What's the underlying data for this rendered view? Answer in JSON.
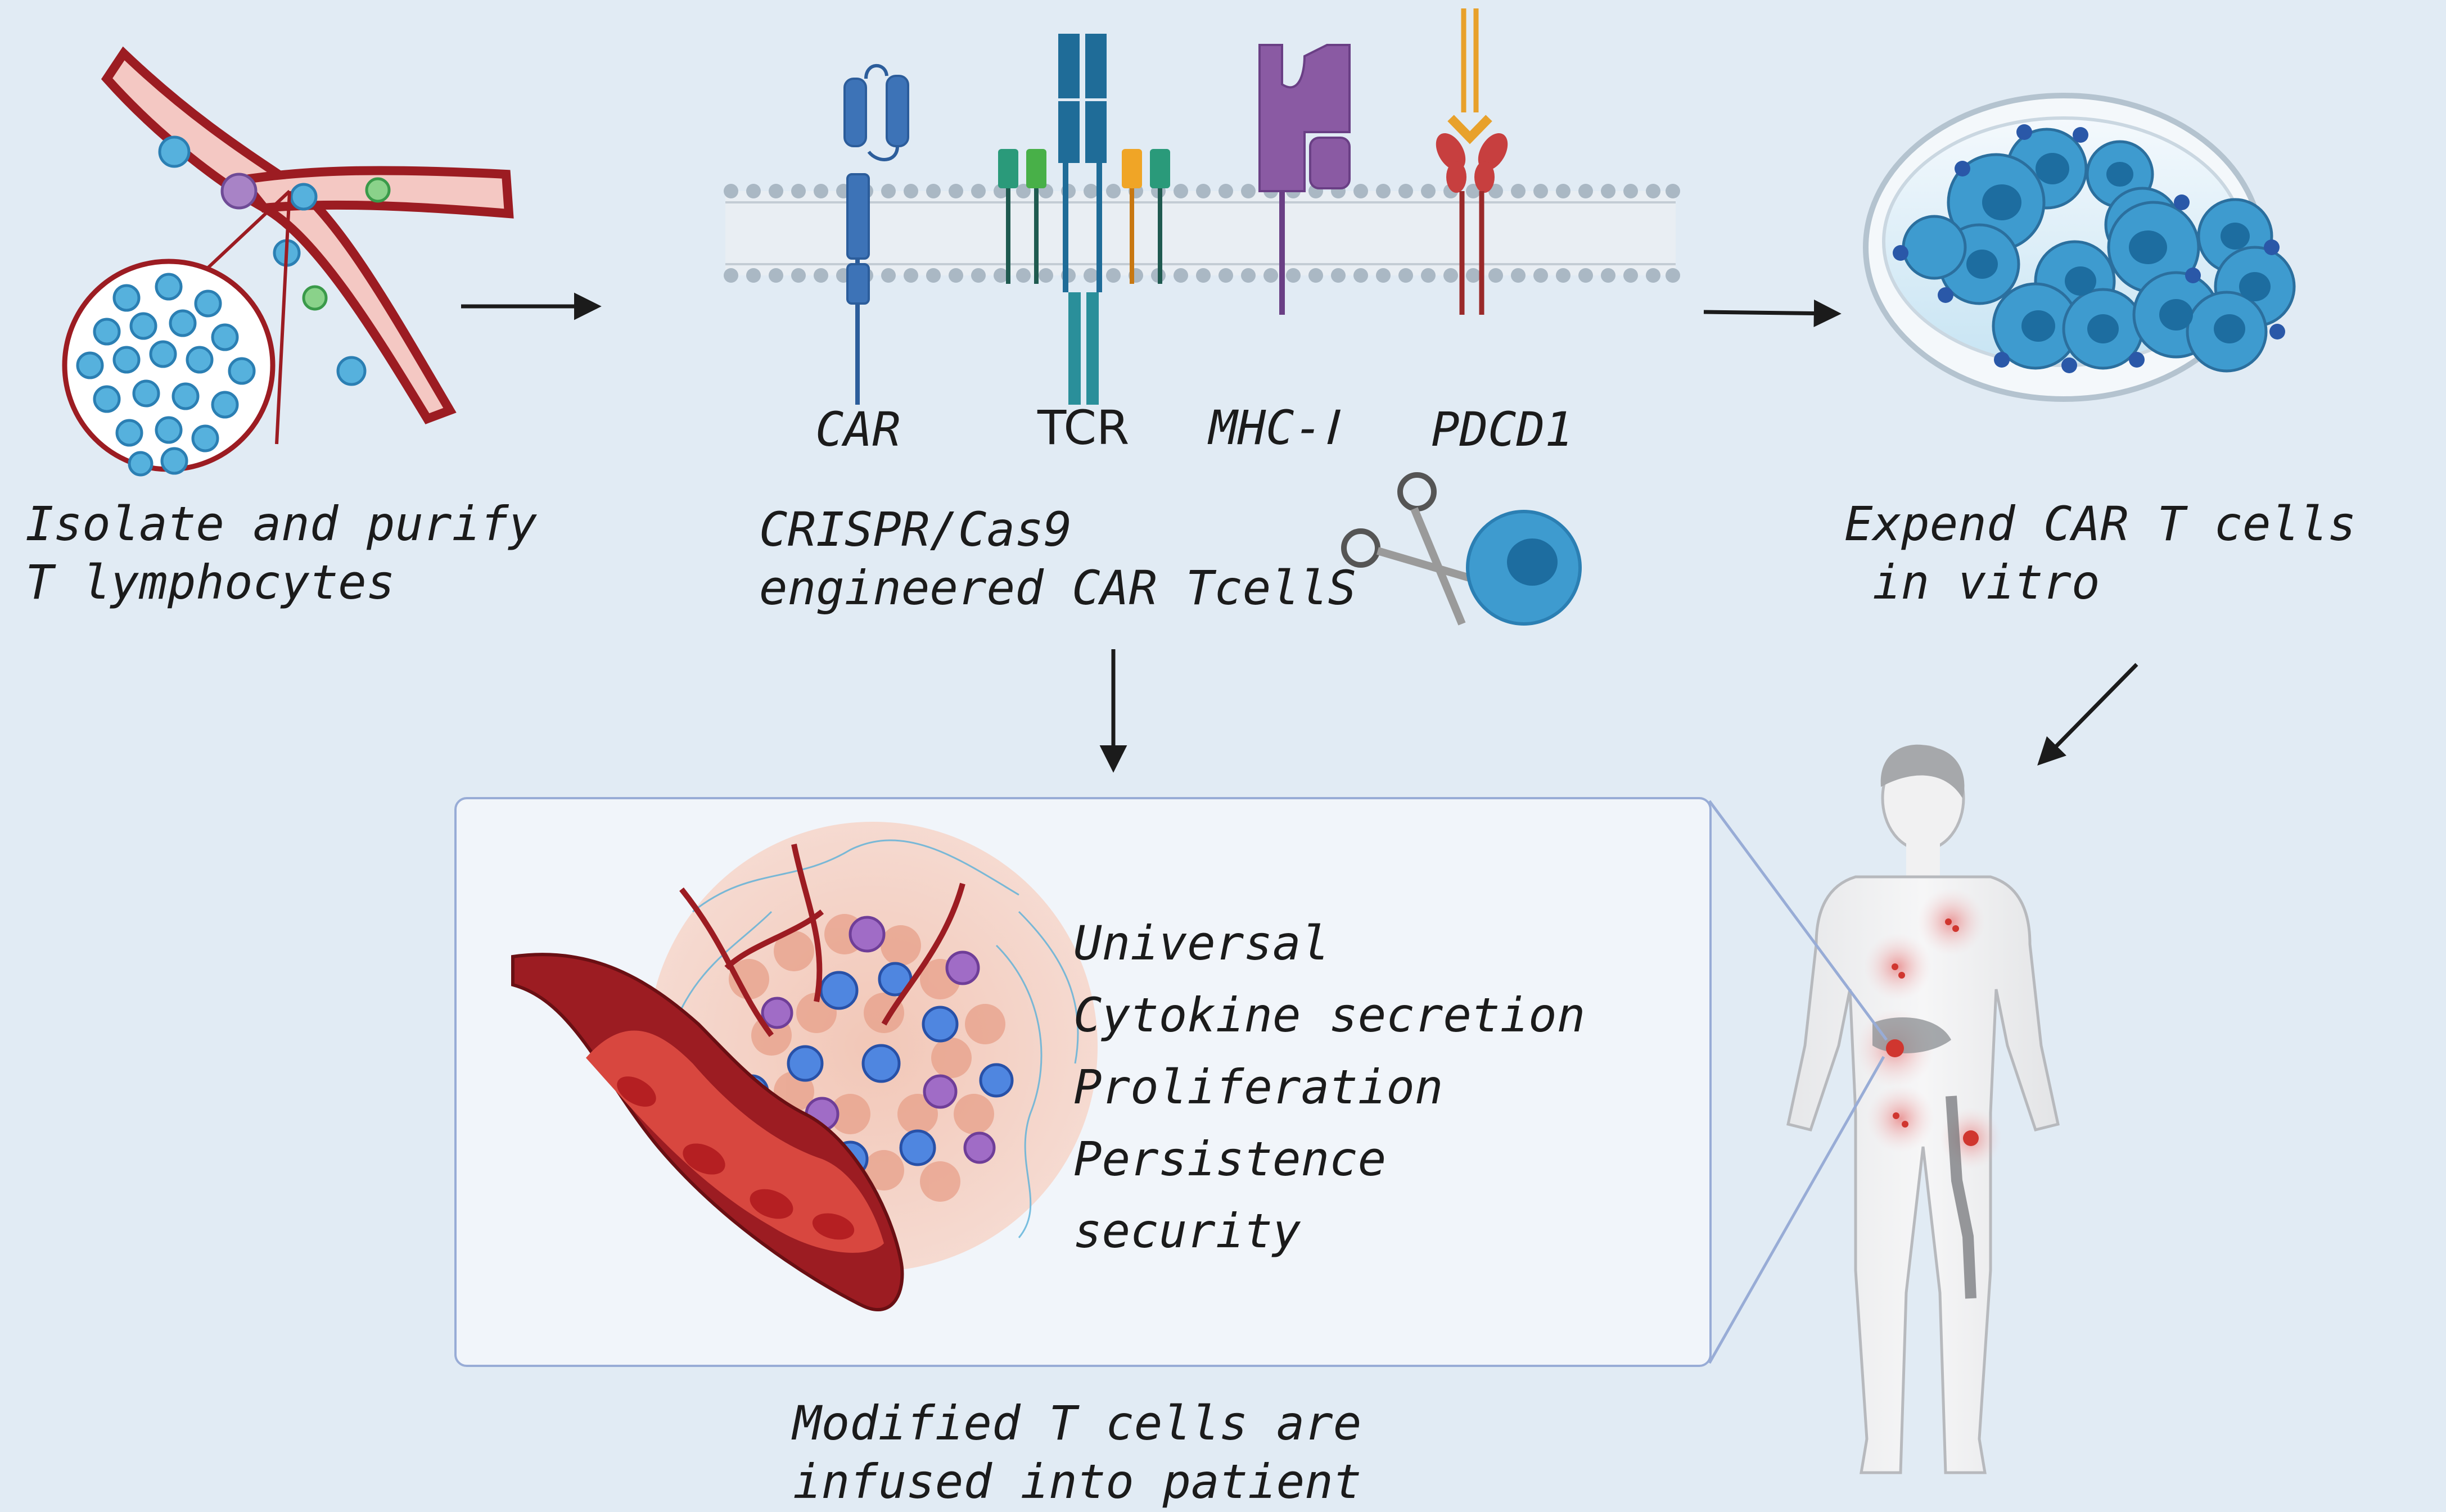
{
  "steps": {
    "isolate": {
      "line1": "Isolate and purify",
      "line2": "T lymphocytes"
    },
    "engineer": {
      "line1": "CRISPR/Cas9",
      "line2": "engineered CAR TcellS"
    },
    "expand": {
      "line1": "Expend CAR T cells",
      "line2": "in vitro"
    },
    "infuse": {
      "line1": "Modified T cells are",
      "line2": "infused into patient"
    }
  },
  "receptors": {
    "car": "CAR",
    "tcr": "TCR",
    "mhc": "MHC-Ⅰ",
    "pdcd1": "PDCD1"
  },
  "features": [
    "Universal",
    "Cytokine secretion",
    "Proliferation",
    "Persistence",
    "security"
  ],
  "colors": {
    "background": "#e1ebf4",
    "vessel": "#9c1c22",
    "t_cell": "#3e9bcf",
    "car": "#3d73b7",
    "tcr": "#1f6c98",
    "mhc": "#8a5aa3",
    "pdcd1_ligand": "#e8a12b",
    "pdcd1_receptor": "#c73f3f",
    "panel_border": "#98acd6"
  }
}
